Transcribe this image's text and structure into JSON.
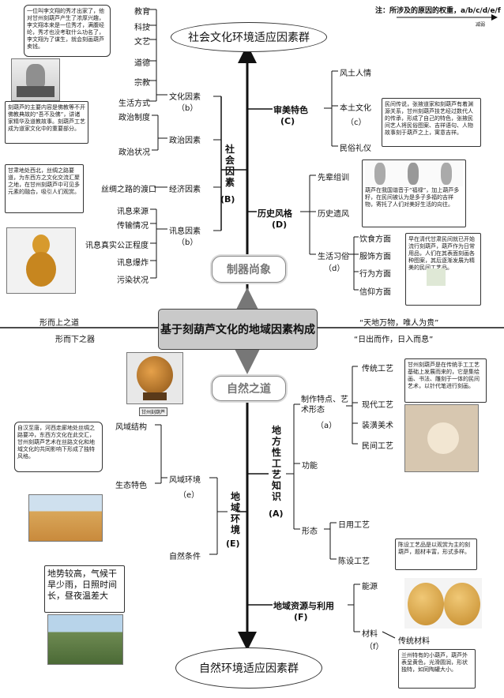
{
  "note": "注：所涉及的原因的权重，a/b/c/d/e/f",
  "note_scale": "减弱",
  "top_title": "社会文化环境适应因素群",
  "bottom_title": "自然环境适应因素群",
  "center_title": "基于刻葫芦文化的地域因素构成",
  "upper_pill": "制器尚象",
  "lower_pill": "自然之道",
  "upper_left_phrase": "形而上之道",
  "upper_right_phrase": "“天地万物，唯人为贵”",
  "lower_left_phrase": "形而下之器",
  "lower_right_phrase": "“日出而作，日入而息”",
  "social_factors": {
    "label": "社会因素",
    "code": "(B)",
    "culture": {
      "label": "文化因素",
      "weight": "（b）",
      "items": [
        "教育",
        "科技",
        "文艺",
        "道德",
        "宗教",
        "生活方式"
      ]
    },
    "politics": {
      "label": "政治因素",
      "items": [
        "政治制度",
        "政治状况"
      ]
    },
    "economy": {
      "label": "经济因素",
      "item": "丝绸之路的渡口"
    },
    "info": {
      "label": "讯息因素",
      "weight": "（b）",
      "items": [
        "讯息来源",
        "传输情况",
        "讯息真实公正程度",
        "讯息爆炸",
        "污染状况"
      ]
    }
  },
  "aesthetic": {
    "label": "审美特色",
    "code": "(C)",
    "weight": "（c）",
    "items": [
      "风土人情",
      "本土文化",
      "民俗礼仪"
    ]
  },
  "history": {
    "label": "历史风格",
    "code": "(D)",
    "weight": "（d）",
    "items": [
      "先辈组训",
      "历史遗风",
      "生活习俗"
    ],
    "customs": [
      "饮食方面",
      "服饰方面",
      "行为方面",
      "信仰方面"
    ]
  },
  "craft": {
    "label": "地方性工艺知识",
    "code": "(A)",
    "weight": "（a）",
    "branch1": "制作特点、艺术形态",
    "branch1_items": [
      "传统工艺",
      "现代工艺",
      "装潢美术",
      "民间工艺"
    ],
    "branch2": "功能",
    "branch3": "形态",
    "branch3_items": [
      "日用工艺",
      "陈设工艺"
    ]
  },
  "region": {
    "label": "地域环境",
    "code": "(E)",
    "weight": "（e）",
    "branch1": "风域环境",
    "branch1_items": [
      "风域结构",
      "生态特色"
    ],
    "branch2": "自然条件"
  },
  "resources": {
    "label": "地域资源与利用",
    "code": "(F)",
    "weight": "（f）",
    "items": [
      "能源",
      "材料"
    ],
    "material_item": "传统材料"
  },
  "notes": {
    "education": "一位叫李文翔的秀才出家了，他对甘州刻葫芦产生了浓厚兴趣，李文翔本来是一位秀才，满腹经纶，秀才也没考取什么功名了，李文翔为了谋生，就会刻画葫芦卖钱。",
    "religion": "刻葫芦的主要内容是佛教等不开佛教典故的“吾不及佛”，讲诸家精华及道教故事。刻葫芦工艺成为道家文化中的重要部分。",
    "silk_road": "甘肃地处西北，丝绸之路要道，为东西方之文化交流汇聚之地，在甘州刻葫芦中可见多元素的融合，吸引人们观赏。",
    "folk": "民间传说，张掖道家和刻葫芦有着渊源关系，甘州刻葫芦技艺经过数代人的传承，形成了自己的特色，张掖民间艺人将民俗图案、吉祥语句、人物故事刻于葫芦之上，寓意吉祥。",
    "ancestors": "葫芦在我国谐音于“福禄”，加上葫芦多籽，在民间被认为是多子多福的吉祥物，寄托了人们对美好生活的向往。",
    "customs": "早在清代甘肃民间就已开始流行刻葫芦，葫芦作为日常用品，人们在其表面刻画各种图案，其后逐渐发展为精美的民间工艺品。",
    "craft": "甘州刻葫芦是在传统手工工艺基础上发展而来的，它是集绘画、书法、雕刻于一体的民间艺术，以针代笔进行刻画。",
    "ecology": "自汉至唐，河西走廊地处丝绸之路要冲，东西方文化在此交汇，甘州刻葫芦艺术在丝路文化和地域文化的共同影响下形成了独特风格。",
    "climate": "地势较高，气候干旱少雨，日照时间长，昼夜温差大",
    "display": "陈设工艺品是以观赏为主的刻葫芦，题材丰富，形式多样。",
    "material": "兰州特有的小葫芦，葫芦外表呈黄色，光滑圆润，形状独特，如同陶罐大小。"
  },
  "photo_caption": "甘州刻葫芦",
  "colors": {
    "line": "#222222",
    "center_fill": "#c9c9c9",
    "pill_text": "#777777"
  }
}
